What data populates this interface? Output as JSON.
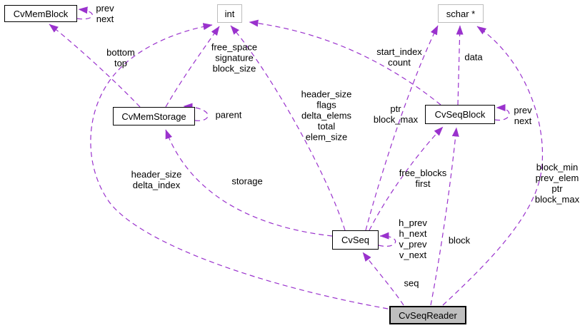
{
  "diagram": {
    "type": "collaboration-graph",
    "colors": {
      "edge": "#9a32cd",
      "struct_border": "#000000",
      "builtin_border": "#bdbdbd",
      "focus_fill": "#bfbfbf",
      "background": "#ffffff"
    },
    "nodes": [
      {
        "id": "cvmemblock",
        "label": "CvMemBlock"
      },
      {
        "id": "int",
        "label": "int"
      },
      {
        "id": "schar-ptr",
        "label": "schar *"
      },
      {
        "id": "cvmemstorage",
        "label": "CvMemStorage"
      },
      {
        "id": "cvseqblock",
        "label": "CvSeqBlock"
      },
      {
        "id": "cvseq",
        "label": "CvSeq"
      },
      {
        "id": "cvseqreader",
        "label": "CvSeqReader"
      }
    ],
    "edge_labels": [
      {
        "id": "memblock-self",
        "text": "prev\nnext"
      },
      {
        "id": "bottom-top",
        "text": "bottom\ntop"
      },
      {
        "id": "parent",
        "text": "parent"
      },
      {
        "id": "storage-ints",
        "text": "free_space\nsignature\nblock_size"
      },
      {
        "id": "seq-ints",
        "text": "header_size\nflags\ndelta_elems\ntotal\nelem_size"
      },
      {
        "id": "storage",
        "text": "storage"
      },
      {
        "id": "seq-schar",
        "text": "ptr\nblock_max"
      },
      {
        "id": "seq-blocks",
        "text": "free_blocks\nfirst"
      },
      {
        "id": "seq-self",
        "text": "h_prev\nh_next\nv_prev\nv_next"
      },
      {
        "id": "seqblock-ints",
        "text": "start_index\ncount"
      },
      {
        "id": "data",
        "text": "data"
      },
      {
        "id": "seqblock-self",
        "text": "prev\nnext"
      },
      {
        "id": "reader-ints",
        "text": "header_size\ndelta_index"
      },
      {
        "id": "seq",
        "text": "seq"
      },
      {
        "id": "block",
        "text": "block"
      },
      {
        "id": "reader-schar",
        "text": "block_min\nprev_elem\nptr\nblock_max"
      }
    ]
  }
}
